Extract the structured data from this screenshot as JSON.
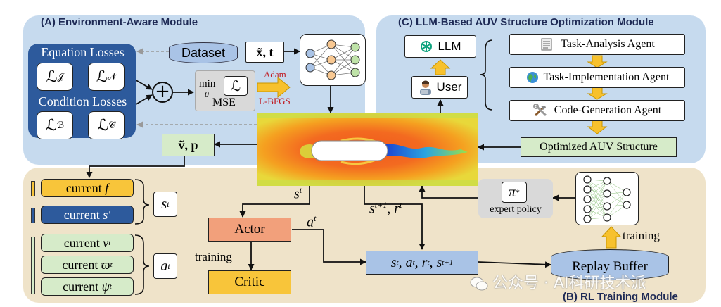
{
  "colors": {
    "env_bg": "#c6daee",
    "llm_bg": "#c6daee",
    "rl_bg": "#efe3c9",
    "dark_blue": "#2d5a9c",
    "green_box": "#d6ebc9",
    "orange_box": "#f2a07b",
    "yellow_box": "#f8c53a",
    "blue_box": "#a9c3e6",
    "gray_box": "#d9d9d9",
    "arrow_yellow": "#f7c12d",
    "red_text": "#c0181f"
  },
  "module_a": {
    "title": "(A) Environment-Aware Module",
    "equation_losses": "Equation Losses",
    "loss_j": "ℒ",
    "loss_j_sub": "𝒥",
    "loss_n": "ℒ",
    "loss_n_sub": "𝒩",
    "condition_losses": "Condition Losses",
    "loss_b": "ℒ",
    "loss_b_sub": "ℬ",
    "loss_c": "ℒ",
    "loss_c_sub": "𝒞",
    "plus": "+",
    "dataset": "Dataset",
    "input_xt": "x̃, t",
    "min": "min",
    "theta": "θ",
    "loss_l": "ℒ",
    "mse": "MSE",
    "adam": "Adam",
    "lbfgs": "L-BFGS",
    "output_vp": "ṽ, p"
  },
  "module_c": {
    "title": "(C) LLM-Based AUV Structure Optimization Module",
    "llm": "LLM",
    "user": "User",
    "agent1": "Task-Analysis Agent",
    "agent2": "Task-Implementation Agent",
    "agent3": "Code-Generation Agent",
    "optimized": "Optimized AUV Structure"
  },
  "module_b": {
    "title": "(B) RL Training Module",
    "current_f": "current",
    "current_f_sym": "f",
    "current_s": "current",
    "current_s_sym": "s′",
    "current_v": "current",
    "current_v_sym": "v",
    "current_v_sup": "t",
    "current_w": "current",
    "current_w_sym": "ϖ",
    "current_w_sup": "t",
    "current_psi": "current",
    "current_psi_sym": "ψ",
    "current_psi_sup": "t",
    "state": "s",
    "state_sup": "t",
    "action": "a",
    "action_sup": "t",
    "actor": "Actor",
    "critic": "Critic",
    "training": "training",
    "training2": "training",
    "s_t_label": "s",
    "s_t_label_sup": "t",
    "a_t_label": "a",
    "a_t_label_sup": "t",
    "transition_label": "s",
    "transition_label_sup": "t+1",
    "transition_label_r": ", r",
    "transition_label_r_sup": "t",
    "tuple": "s",
    "tuple_s_sup": "t",
    "tuple_a": ", a",
    "tuple_a_sup": "t",
    "tuple_r": ", r",
    "tuple_r_sup": "t",
    "tuple_s2": ", s",
    "tuple_s2_sup": "t+1",
    "pi": "π",
    "pi_sup": "*",
    "expert_policy": "expert policy",
    "replay_buffer": "Replay Buffer"
  },
  "watermark": "公众号 · AI科研技术派"
}
